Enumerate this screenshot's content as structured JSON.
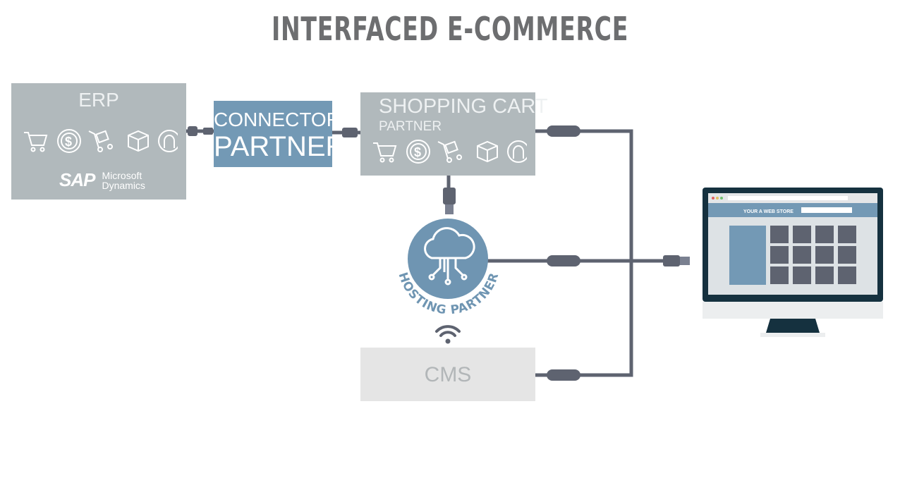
{
  "title": "INTERFACED E-COMMERCE",
  "erp": {
    "label": "ERP",
    "icons": [
      "cart-icon",
      "dollar-icon",
      "hand-truck-icon",
      "box-icon",
      "person-icon"
    ],
    "logos": {
      "sap": "SAP",
      "microsoft_line1": "Microsoft",
      "microsoft_line2": "Dynamics"
    }
  },
  "connector": {
    "line1": "CONNECTOR",
    "line2": "PARTNER"
  },
  "shopping_cart": {
    "label": "SHOPPING CART",
    "sublabel": "PARTNER",
    "icons": [
      "cart-icon",
      "dollar-icon",
      "hand-truck-icon",
      "box-icon",
      "person-icon"
    ]
  },
  "hosting": {
    "label": "HOSTING PARTNER",
    "icon": "cloud-circuit-icon"
  },
  "cms": {
    "label": "CMS"
  },
  "webstore": {
    "header": "YOUR A WEB STORE",
    "products": [
      "tablet-icon",
      "laptop-icon",
      "keyboard-icon",
      "mouse-icon",
      "monitor-icon",
      "headphones-icon",
      "phone-icon",
      "camera-icon",
      "gamepad-icon",
      "microphone-icon",
      "globe-icon",
      "speaker-icon"
    ]
  },
  "colors": {
    "title": "#6d6e70",
    "box_gray": "#b1b9bc",
    "connector_blue": "#7399b5",
    "wire": "#5e6370",
    "cms_bg": "#e5e5e5",
    "hosting_blue": "#6f95b2",
    "monitor_dark": "#15313f"
  }
}
